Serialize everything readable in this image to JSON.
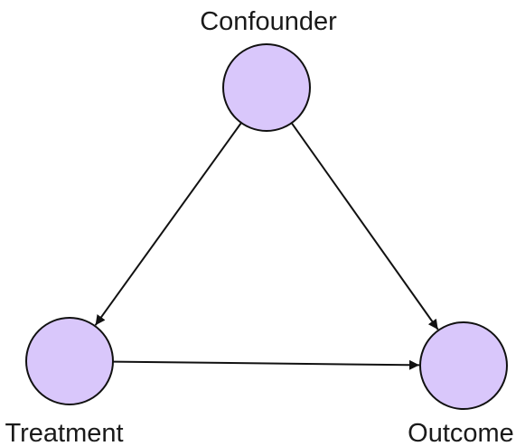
{
  "diagram": {
    "nodes": [
      {
        "id": "confounder",
        "label": "Confounder"
      },
      {
        "id": "treatment",
        "label": "Treatment"
      },
      {
        "id": "outcome",
        "label": "Outcome"
      }
    ],
    "edges": [
      {
        "from": "confounder",
        "to": "treatment"
      },
      {
        "from": "confounder",
        "to": "outcome"
      },
      {
        "from": "treatment",
        "to": "outcome"
      }
    ],
    "colors": {
      "node_fill": "#d9c7fb",
      "node_stroke": "#111111",
      "edge": "#111111",
      "text": "#1a1a1a"
    }
  }
}
